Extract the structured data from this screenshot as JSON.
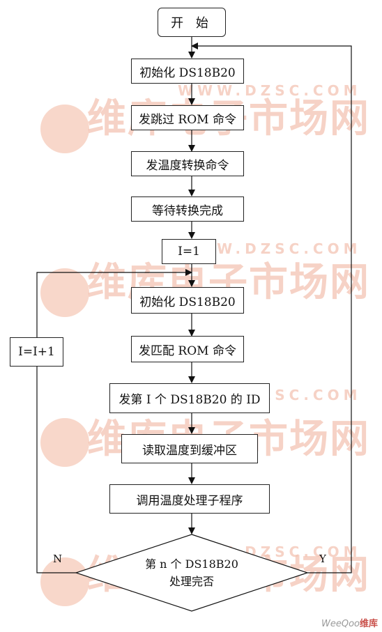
{
  "watermark": {
    "cn": "维库电子市场网",
    "url": "WWW.DZSC.COM"
  },
  "flow": {
    "start": "开 始",
    "init1": "初始化 DS18B20",
    "skip_rom": "发跳过 ROM 命令",
    "convert": "发温度转换命令",
    "wait": "等待转换完成",
    "i_eq_1": "I=1",
    "init2": "初始化 DS18B20",
    "match_rom": "发匹配 ROM 命令",
    "send_id": "发第 I 个 DS18B20 的 ID",
    "read_temp": "读取温度到缓冲区",
    "process": "调用温度处理子程序",
    "decision_line1": "第 n 个 DS18B20",
    "decision_line2": "处理完否",
    "increment": "I=I+1",
    "no_label": "N",
    "yes_label": "Y"
  },
  "brand": {
    "prefix": "WeeQoo",
    "suffix": "维库"
  }
}
